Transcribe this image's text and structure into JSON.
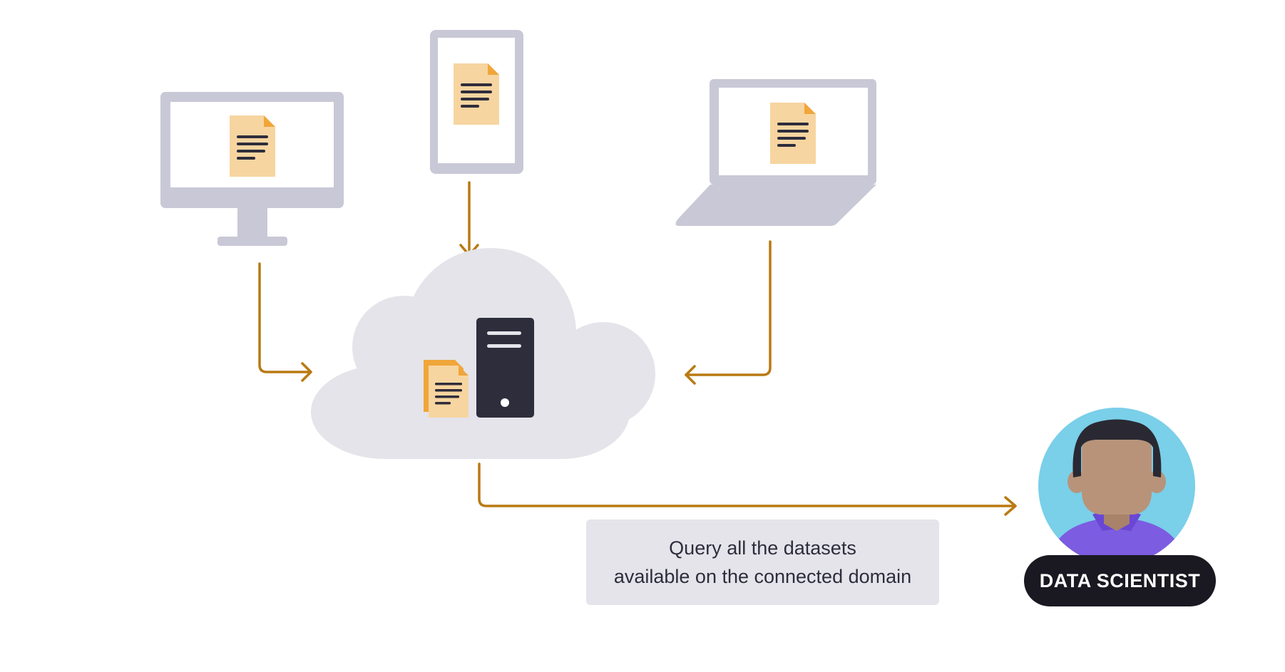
{
  "caption": {
    "line1": "Query all the datasets",
    "line2": "available on the connected domain"
  },
  "role_label": "DATA SCIENTIST",
  "colors": {
    "device_frame": "#c9c8d6",
    "document": "#f7d5a0",
    "document_fold": "#f0a63a",
    "arrow": "#b97a12",
    "cloud": "#e4e4ea",
    "server": "#2e2d3c",
    "avatar_bg": "#7acfe9",
    "skin": "#b8937a",
    "hair": "#2a2933",
    "shirt": "#7c5ce0",
    "pill": "#1a1922"
  },
  "icons": [
    "desktop-monitor-icon",
    "mobile-phone-icon",
    "laptop-icon",
    "document-icon",
    "cloud-icon",
    "server-icon",
    "stacked-documents-icon",
    "data-scientist-avatar-icon"
  ]
}
